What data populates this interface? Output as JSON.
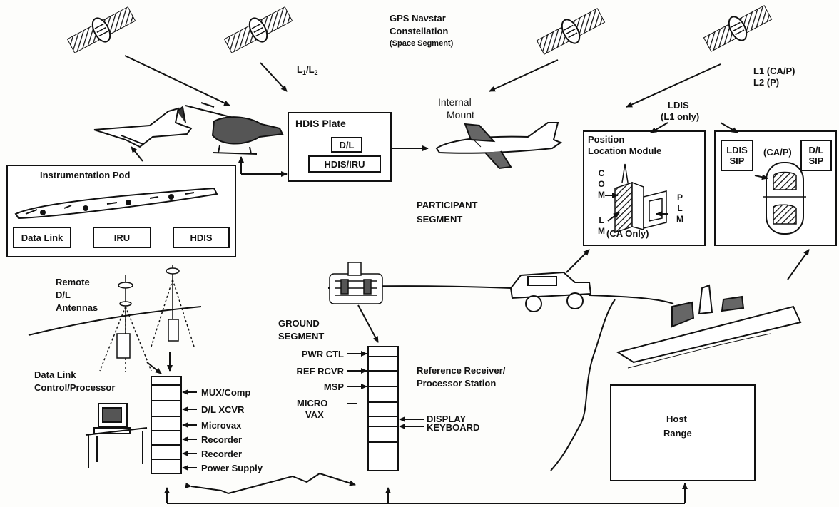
{
  "space": {
    "title_line1": "GPS Navstar",
    "title_line2": "Constellation",
    "title_line3": "(Space Segment)",
    "l1l2_main1": "L",
    "l1l2_sub1": "1",
    "l1l2_mid": "/L",
    "l1l2_sub2": "2",
    "l1_cap": "L1 (CA/P)",
    "l2_p": "L2 (P)"
  },
  "participant": {
    "hdis_plate_title": "HDIS Plate",
    "hdis_plate_dl": "D/L",
    "hdis_plate_iru": "HDIS/IRU",
    "internal_mount_1": "Internal",
    "internal_mount_2": "Mount",
    "segment_1": "PARTICIPANT",
    "segment_2": "SEGMENT",
    "pod_title": "Instrumentation Pod",
    "pod_datalink": "Data Link",
    "pod_iru": "IRU",
    "pod_hdis": "HDIS",
    "ldis_1": "LDIS",
    "ldis_2": "(L1 only)",
    "plm_title_1": "Position",
    "plm_title_2": "Location Module",
    "plm_com": "COM",
    "plm_plm": "PLM",
    "plm_lm": "LM",
    "plm_ca": "(CA Only)",
    "sip_ldis": "LDIS",
    "sip_ldis_sip": "SIP",
    "sip_cap": "(CA/P)",
    "sip_dl": "D/L",
    "sip_dl_sip": "SIP"
  },
  "ground": {
    "remote_1": "Remote",
    "remote_2": "D/L",
    "remote_3": "Antennas",
    "segment_1": "GROUND",
    "segment_2": "SEGMENT",
    "dl_control_1": "Data Link",
    "dl_control_2": "Control/Processor",
    "left_rack": [
      "MUX/Comp",
      "D/L XCVR",
      "Microvax",
      "Recorder",
      "Recorder",
      "Power Supply"
    ],
    "pwr_ctl": "PWR CTL",
    "ref_rcvr": "REF RCVR",
    "msp": "MSP",
    "micro": "MICRO",
    "vax": "VAX",
    "display": "DISPLAY",
    "keyboard": "KEYBOARD",
    "ref_station_1": "Reference Receiver/",
    "ref_station_2": "Processor Station",
    "host_1": "Host",
    "host_2": "Range"
  }
}
